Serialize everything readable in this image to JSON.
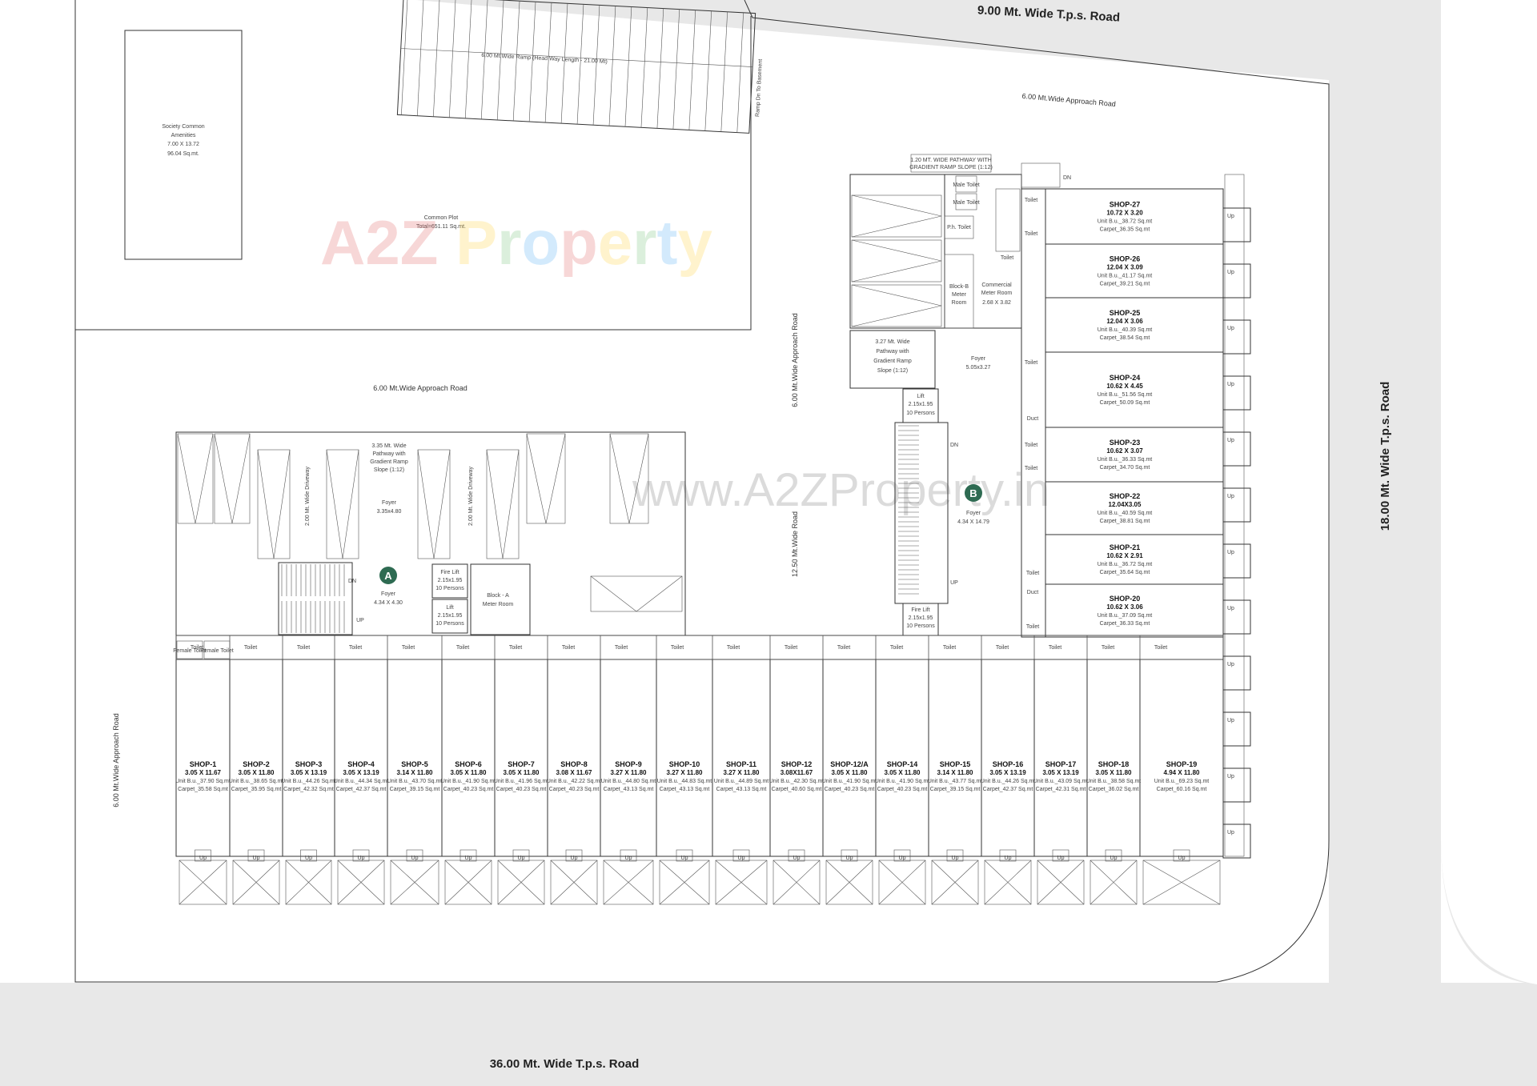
{
  "roads": {
    "top": "9.00 Mt. Wide T.p.s. Road",
    "right": "18.00 Mt. Wide T.p.s. Road",
    "bottom": "36.00 Mt. Wide T.p.s. Road",
    "approach_top": "6.00 Mt.Wide Approach Road",
    "approach_mid": "6.00 Mt.Wide Approach Road",
    "approach_vertical": "6.00 Mt.Wide Approach Road",
    "approach_left": "6.00 Mt.Wide Approach Road",
    "inner_road": "12.50 Mt.Wide Road"
  },
  "ramp": {
    "label": "6.00 Mt.Wide Ramp (Head Way Length - 21.00 Mt)",
    "down_label": "Ramp Dn To Basement"
  },
  "society": {
    "line1": "Society Common",
    "line2": "Amenities",
    "line3": "7.00 X 13.72",
    "line4": "96.04 Sq.mt."
  },
  "common_plot": {
    "line1": "Common Plot",
    "line2": "Total=651.11 Sq.mt."
  },
  "watermark": {
    "brand": "A2Z Property",
    "url": "www.A2ZProperty.in"
  },
  "block_a": {
    "marker": "A",
    "foyer": "Foyer",
    "foyer_dim": "4.34 X 4.30",
    "pathway_1": "3.35 Mt. Wide",
    "pathway_2": "Pathway with",
    "pathway_3": "Gradient Ramp",
    "pathway_4": "Slope (1:12)",
    "foyer2": "Foyer",
    "foyer2_dim": "3.35x4.80",
    "driveway": "2.00 Mt. Wide Driveway",
    "fire_lift": "Fire Lift",
    "fire_lift_dim": "2.15x1.95",
    "fire_lift_cap": "10 Persons",
    "lift": "Lift",
    "lift_dim": "2.15x1.95",
    "lift_cap": "10 Persons",
    "meter_room_1": "Block - A",
    "meter_room_2": "Meter Room",
    "dn": "DN",
    "up": "UP",
    "female_toilet": "Female Toilet"
  },
  "block_b": {
    "marker": "B",
    "foyer": "Foyer",
    "foyer_dim": "4.34 X 14.79",
    "foyer_top": "Foyer",
    "foyer_top_dim": "5.05x3.27",
    "pathway_1": "3.27 Mt. Wide",
    "pathway_2": "Pathway with",
    "pathway_3": "Gradient Ramp",
    "pathway_4": "Slope (1:12)",
    "top_path_1": "1.20 MT. WIDE PATHWAY WITH",
    "top_path_2": "GRADIENT RAMP SLOPE (1:12)",
    "lift": "Lift",
    "lift_dim": "2.15x1.95",
    "lift_cap": "10 Persons",
    "fire_lift": "Fire Lift",
    "fire_lift_dim": "2.15x1.95",
    "fire_lift_cap": "10 Persons",
    "meter_1": "Block-B",
    "meter_2": "Meter",
    "meter_3": "Room",
    "commercial_1": "Commercial",
    "commercial_2": "Meter Room",
    "commercial_3": "2.68 X 3.82",
    "ph_toilet": "P.h. Toilet",
    "male_toilet": "Male Toilet",
    "dn": "DN",
    "up": "UP"
  },
  "labels": {
    "toilet": "Toilet",
    "duct": "Duct",
    "up": "Up"
  },
  "bottom_shops": [
    {
      "name": "SHOP-1",
      "dim": "3.05 X 11.67",
      "unit": "Unit B.u._37.90 Sq.mt",
      "carpet": "Carpet_35.58 Sq.mt"
    },
    {
      "name": "SHOP-2",
      "dim": "3.05 X 11.80",
      "unit": "Unit B.u._38.65 Sq.mt",
      "carpet": "Carpet_35.95 Sq.mt"
    },
    {
      "name": "SHOP-3",
      "dim": "3.05 X 13.19",
      "unit": "Unit B.u._44.26 Sq.mt",
      "carpet": "Carpet_42.32 Sq.mt"
    },
    {
      "name": "SHOP-4",
      "dim": "3.05 X 13.19",
      "unit": "Unit B.u._44.34 Sq.mt",
      "carpet": "Carpet_42.37 Sq.mt"
    },
    {
      "name": "SHOP-5",
      "dim": "3.14 X 11.80",
      "unit": "Unit B.u._43.70 Sq.mt",
      "carpet": "Carpet_39.15 Sq.mt"
    },
    {
      "name": "SHOP-6",
      "dim": "3.05 X 11.80",
      "unit": "Unit B.u._41.90 Sq.mt",
      "carpet": "Carpet_40.23 Sq.mt"
    },
    {
      "name": "SHOP-7",
      "dim": "3.05 X 11.80",
      "unit": "Unit B.u._41.96 Sq.mt",
      "carpet": "Carpet_40.23 Sq.mt"
    },
    {
      "name": "SHOP-8",
      "dim": "3.08 X 11.67",
      "unit": "Unit B.u._42.22 Sq.mt",
      "carpet": "Carpet_40.23 Sq.mt"
    },
    {
      "name": "SHOP-9",
      "dim": "3.27 X 11.80",
      "unit": "Unit B.u._44.80 Sq.mt",
      "carpet": "Carpet_43.13 Sq.mt"
    },
    {
      "name": "SHOP-10",
      "dim": "3.27 X 11.80",
      "unit": "Unit B.u._44.83 Sq.mt",
      "carpet": "Carpet_43.13 Sq.mt"
    },
    {
      "name": "SHOP-11",
      "dim": "3.27 X 11.80",
      "unit": "Unit B.u._44.89 Sq.mt",
      "carpet": "Carpet_43.13 Sq.mt"
    },
    {
      "name": "SHOP-12",
      "dim": "3.08X11.67",
      "unit": "Unit B.u._42.30 Sq.mt",
      "carpet": "Carpet_40.60 Sq.mt"
    },
    {
      "name": "SHOP-12/A",
      "dim": "3.05 X 11.80",
      "unit": "Unit B.u._41.90 Sq.mt",
      "carpet": "Carpet_40.23 Sq.mt"
    },
    {
      "name": "SHOP-14",
      "dim": "3.05 X 11.80",
      "unit": "Unit B.u._41.90 Sq.mt",
      "carpet": "Carpet_40.23 Sq.mt"
    },
    {
      "name": "SHOP-15",
      "dim": "3.14 X 11.80",
      "unit": "Unit B.u._43.77 Sq.mt",
      "carpet": "Carpet_39.15 Sq.mt"
    },
    {
      "name": "SHOP-16",
      "dim": "3.05 X 13.19",
      "unit": "Unit B.u._44.26 Sq.mt",
      "carpet": "Carpet_42.37 Sq.mt"
    },
    {
      "name": "SHOP-17",
      "dim": "3.05 X 13.19",
      "unit": "Unit B.u._43.09 Sq.mt",
      "carpet": "Carpet_42.31 Sq.mt"
    },
    {
      "name": "SHOP-18",
      "dim": "3.05 X 11.80",
      "unit": "Unit B.u._38.58 Sq.mt",
      "carpet": "Carpet_36.02 Sq.mt"
    },
    {
      "name": "SHOP-19",
      "dim": "4.94 X 11.80",
      "unit": "Unit B.u._69.23 Sq.mt",
      "carpet": "Carpet_60.16 Sq.mt"
    }
  ],
  "right_shops": [
    {
      "name": "SHOP-27",
      "dim": "10.72 X 3.20",
      "unit": "Unit B.u._38.72 Sq.mt",
      "carpet": "Carpet_36.35 Sq.mt"
    },
    {
      "name": "SHOP-26",
      "dim": "12.04 X 3.09",
      "unit": "Unit B.u._41.17 Sq.mt",
      "carpet": "Carpet_39.21 Sq.mt"
    },
    {
      "name": "SHOP-25",
      "dim": "12.04 X 3.06",
      "unit": "Unit B.u._40.39 Sq.mt",
      "carpet": "Carpet_38.54 Sq.mt"
    },
    {
      "name": "SHOP-24",
      "dim": "10.62 X 4.45",
      "unit": "Unit B.u._51.56 Sq.mt",
      "carpet": "Carpet_50.09 Sq.mt"
    },
    {
      "name": "SHOP-23",
      "dim": "10.62 X 3.07",
      "unit": "Unit B.u._36.33 Sq.mt",
      "carpet": "Carpet_34.70 Sq.mt"
    },
    {
      "name": "SHOP-22",
      "dim": "12.04X3.05",
      "unit": "Unit B.u._40.59 Sq.mt",
      "carpet": "Carpet_38.81 Sq.mt"
    },
    {
      "name": "SHOP-21",
      "dim": "10.62 X 2.91",
      "unit": "Unit B.u._36.72 Sq.mt",
      "carpet": "Carpet_35.64 Sq.mt"
    },
    {
      "name": "SHOP-20",
      "dim": "10.62 X 3.06",
      "unit": "Unit B.u._37.09 Sq.mt",
      "carpet": "Carpet_36.33 Sq.mt"
    }
  ],
  "colors": {
    "road": "#e6e6e6",
    "line": "#333333",
    "marker": "#2e6b52",
    "wm_red": "#e57373",
    "wm_blue": "#64b5f6",
    "wm_yellow": "#ffd54f",
    "wm_green": "#81c784"
  }
}
